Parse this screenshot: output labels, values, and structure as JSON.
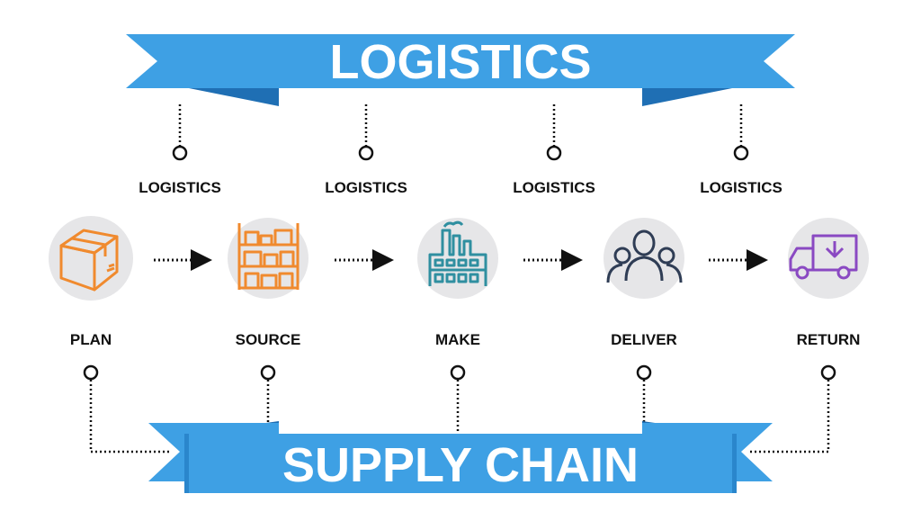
{
  "top_banner": {
    "title": "LOGISTICS"
  },
  "bottom_banner": {
    "title": "SUPPLY CHAIN"
  },
  "logistics_labels": [
    "LOGISTICS",
    "LOGISTICS",
    "LOGISTICS",
    "LOGISTICS"
  ],
  "steps": [
    {
      "label": "PLAN",
      "icon": "package-box-icon"
    },
    {
      "label": "SOURCE",
      "icon": "warehouse-shelves-icon"
    },
    {
      "label": "MAKE",
      "icon": "factory-icon"
    },
    {
      "label": "DELIVER",
      "icon": "people-group-icon"
    },
    {
      "label": "RETURN",
      "icon": "delivery-truck-icon"
    }
  ],
  "colors": {
    "banner": "#3ea0e4",
    "banner_fold": "#1f6fb4",
    "icon_circle": "#e6e6e8",
    "plan_icon": "#f08a2e",
    "source_icon": "#f08a2e",
    "make_icon": "#2f8fa0",
    "deliver_icon": "#2f3d55",
    "return_icon": "#8a49c2",
    "text": "#111111"
  }
}
